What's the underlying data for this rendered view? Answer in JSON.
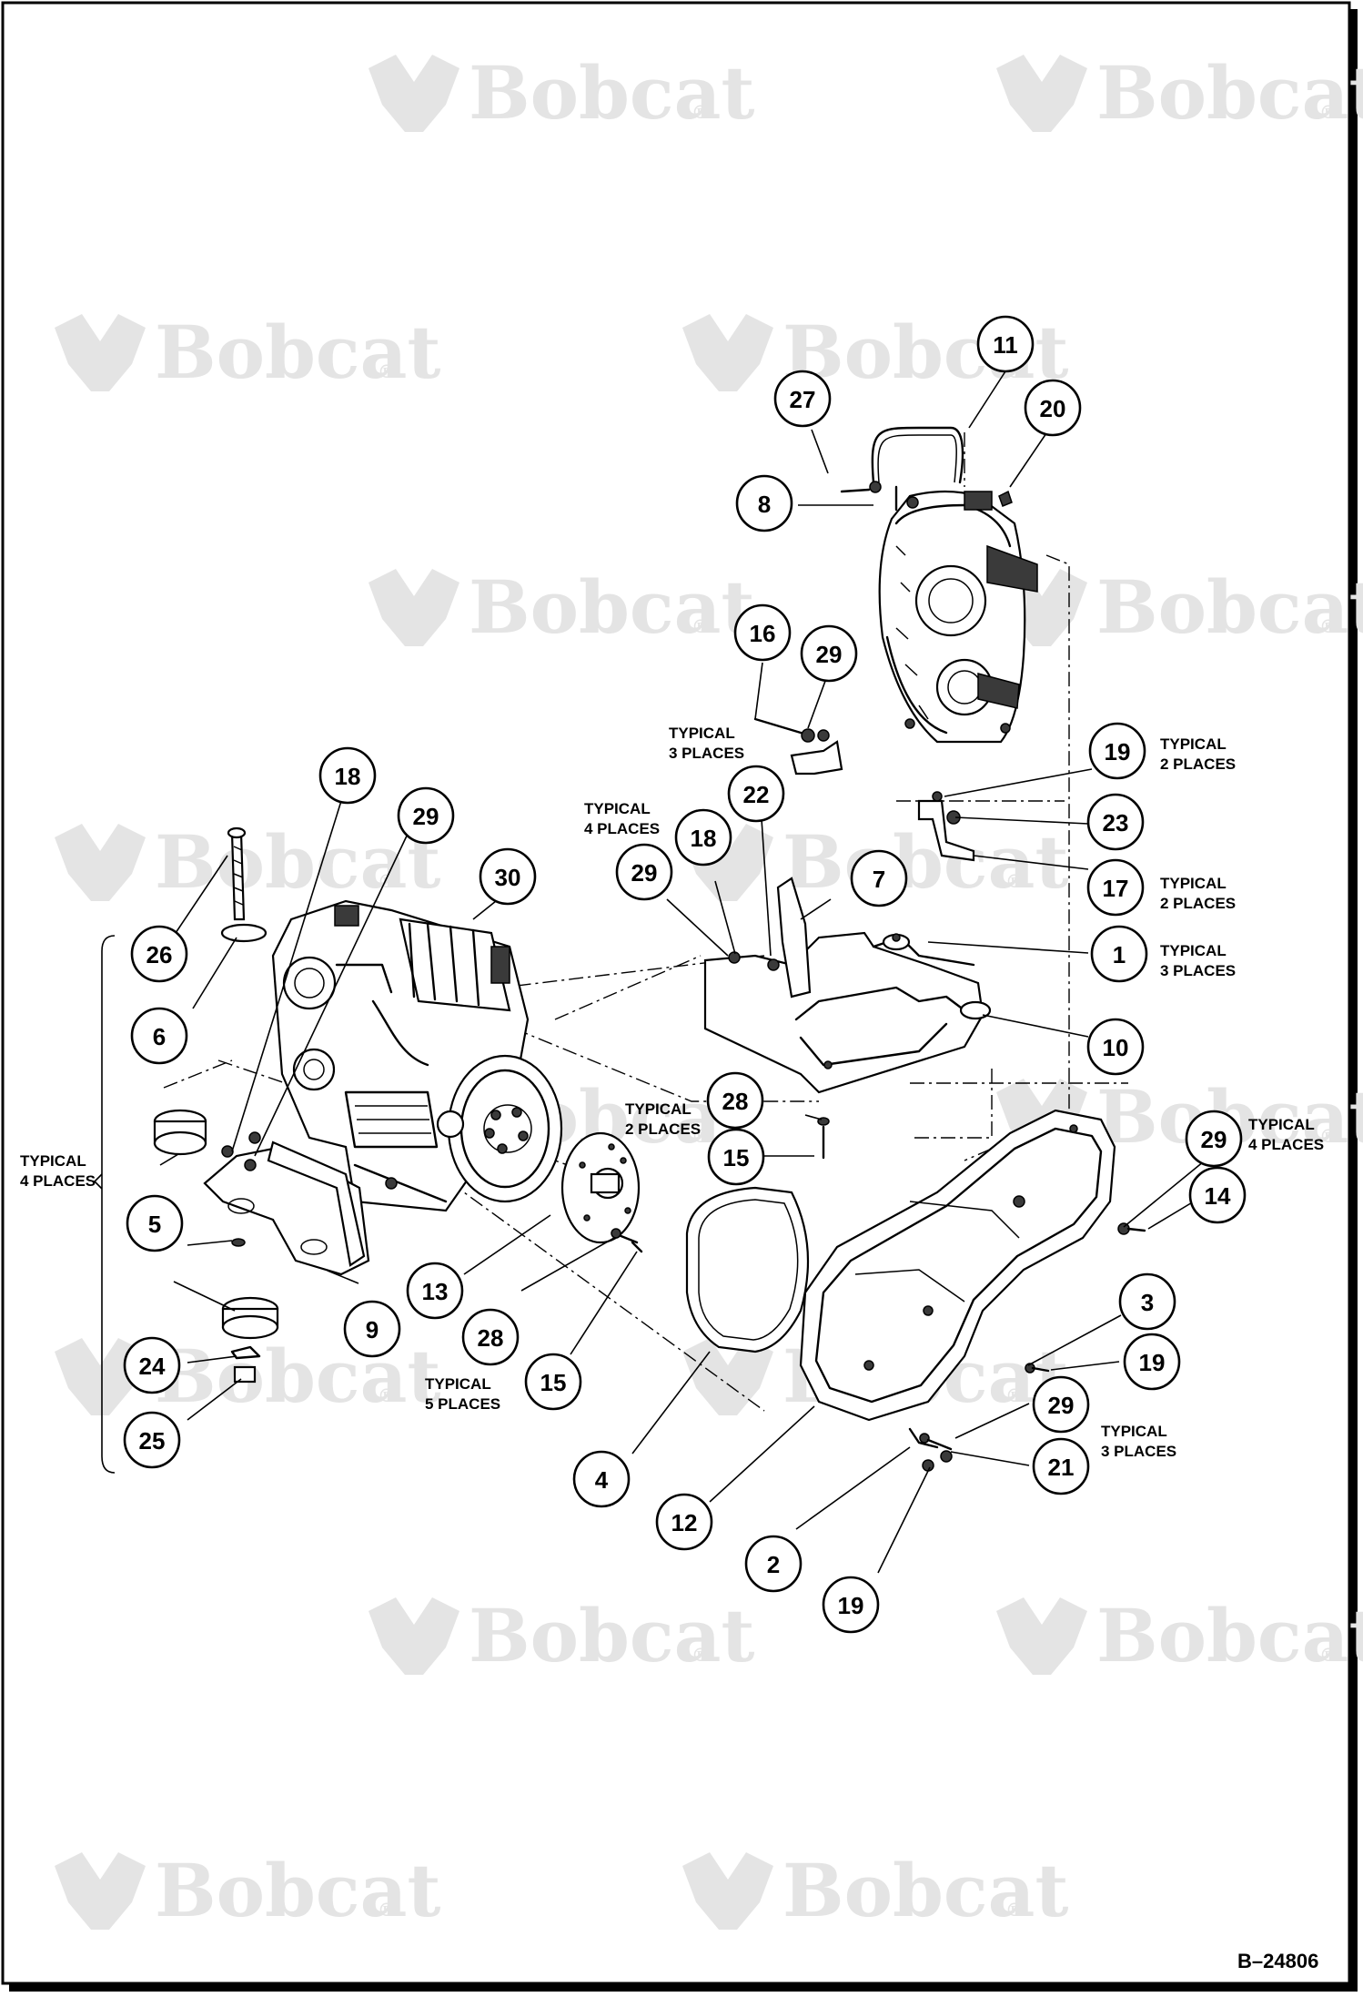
{
  "watermark": {
    "brand": "Bobcat",
    "mark": "®"
  },
  "doc_id": "B–24806",
  "callouts": [
    {
      "id": "c11",
      "label": "11"
    },
    {
      "id": "c27",
      "label": "27"
    },
    {
      "id": "c20",
      "label": "20"
    },
    {
      "id": "c8",
      "label": "8"
    },
    {
      "id": "c16",
      "label": "16"
    },
    {
      "id": "c29a",
      "label": "29"
    },
    {
      "id": "c18a",
      "label": "18"
    },
    {
      "id": "c29b",
      "label": "29"
    },
    {
      "id": "c30",
      "label": "30"
    },
    {
      "id": "c22",
      "label": "22"
    },
    {
      "id": "c18b",
      "label": "18"
    },
    {
      "id": "c29c",
      "label": "29"
    },
    {
      "id": "c7",
      "label": "7"
    },
    {
      "id": "c19a",
      "label": "19"
    },
    {
      "id": "c23",
      "label": "23"
    },
    {
      "id": "c17",
      "label": "17"
    },
    {
      "id": "c1",
      "label": "1"
    },
    {
      "id": "c10",
      "label": "10"
    },
    {
      "id": "c26",
      "label": "26"
    },
    {
      "id": "c6",
      "label": "6"
    },
    {
      "id": "c28a",
      "label": "28"
    },
    {
      "id": "c15a",
      "label": "15"
    },
    {
      "id": "c29d",
      "label": "29"
    },
    {
      "id": "c14",
      "label": "14"
    },
    {
      "id": "c5",
      "label": "5"
    },
    {
      "id": "c13",
      "label": "13"
    },
    {
      "id": "c9",
      "label": "9"
    },
    {
      "id": "c28b",
      "label": "28"
    },
    {
      "id": "c15b",
      "label": "15"
    },
    {
      "id": "c3",
      "label": "3"
    },
    {
      "id": "c19b",
      "label": "19"
    },
    {
      "id": "c24",
      "label": "24"
    },
    {
      "id": "c25",
      "label": "25"
    },
    {
      "id": "c4",
      "label": "4"
    },
    {
      "id": "c29e",
      "label": "29"
    },
    {
      "id": "c21",
      "label": "21"
    },
    {
      "id": "c12",
      "label": "12"
    },
    {
      "id": "c2",
      "label": "2"
    },
    {
      "id": "c19c",
      "label": "19"
    }
  ],
  "notes": [
    {
      "id": "n1",
      "lines": [
        "TYPICAL",
        "3 PLACES"
      ]
    },
    {
      "id": "n2",
      "lines": [
        "TYPICAL",
        "2 PLACES"
      ]
    },
    {
      "id": "n3",
      "lines": [
        "TYPICAL",
        "4 PLACES"
      ]
    },
    {
      "id": "n4",
      "lines": [
        "TYPICAL",
        "2 PLACES"
      ]
    },
    {
      "id": "n5",
      "lines": [
        "TYPICAL",
        "3 PLACES"
      ]
    },
    {
      "id": "n6",
      "lines": [
        "TYPICAL",
        "2 PLACES"
      ]
    },
    {
      "id": "n7",
      "lines": [
        "TYPICAL",
        "4 PLACES"
      ]
    },
    {
      "id": "n8",
      "lines": [
        "TYPICAL",
        "4 PLACES"
      ]
    },
    {
      "id": "n9",
      "lines": [
        "TYPICAL",
        "5 PLACES"
      ]
    },
    {
      "id": "n10",
      "lines": [
        "TYPICAL",
        "3 PLACES"
      ]
    }
  ]
}
